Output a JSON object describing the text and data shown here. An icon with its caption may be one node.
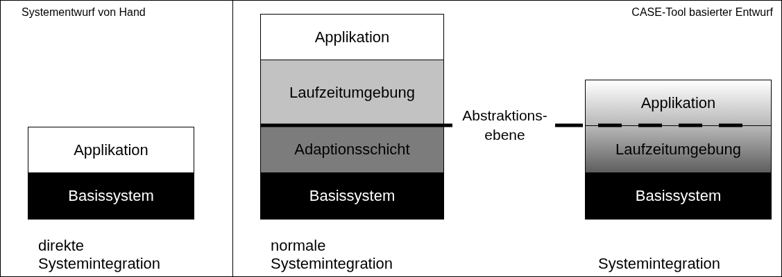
{
  "diagram": {
    "nodes": [
      {
        "text": [
          "Systementwurf von Hand"
        ]
      },
      {
        "text": [
          "Applikation"
        ],
        "in": 0
      },
      {
        "text": [
          "Basissystem"
        ],
        "in": 0
      },
      {
        "text": [
          "CASE-Tool basierter Entwurf"
        ]
      },
      {
        "text": [
          "Applikation"
        ],
        "in": 3
      },
      {
        "text": [
          "Laufzeitumgebung"
        ],
        "in": 3
      },
      {
        "text": [
          "Adaptionsschicht"
        ],
        "in": 3
      },
      {
        "text": [
          "Basissystem"
        ],
        "in": 3
      },
      {
        "text": [
          "Applikation"
        ],
        "in": 3
      },
      {
        "text": [
          "Laufzeitumgebung"
        ],
        "in": 3
      },
      {
        "text": [
          "Basissystem"
        ],
        "in": 3
      }
    ],
    "edges": [],
    "labels": [
      "Abstraktions- ebene",
      "direkte Systemintegration",
      "normale Systemintegration",
      "Systemintegration"
    ]
  }
}
